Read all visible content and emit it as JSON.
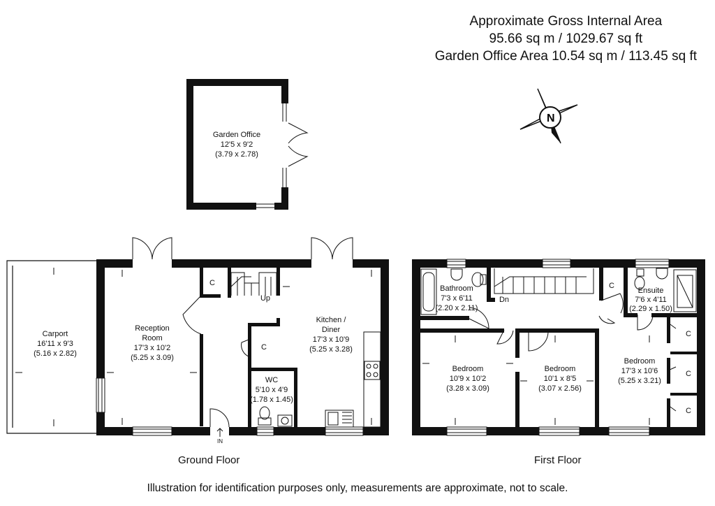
{
  "header": {
    "line1": "Approximate Gross Internal Area",
    "line2": "95.66 sq m / 1029.67 sq ft",
    "line3": "Garden Office Area 10.54 sq m / 113.45 sq ft"
  },
  "compass": {
    "letter": "N"
  },
  "rooms": {
    "garden_office": {
      "name": "Garden Office",
      "imperial": "12'5 x 9'2",
      "metric": "(3.79 x 2.78)"
    },
    "carport": {
      "name": "Carport",
      "imperial": "16'11 x 9'3",
      "metric": "(5.16 x 2.82)"
    },
    "reception": {
      "name1": "Reception",
      "name2": "Room",
      "imperial": "17'3 x 10'2",
      "metric": "(5.25 x 3.09)"
    },
    "kitchen": {
      "name1": "Kitchen /",
      "name2": "Diner",
      "imperial": "17'3 x 10'9",
      "metric": "(5.25 x 3.28)"
    },
    "wc": {
      "name": "WC",
      "imperial": "5'10 x 4'9",
      "metric": "(1.78 x 1.45)"
    },
    "bathroom": {
      "name": "Bathroom",
      "imperial": "7'3 x 6'11",
      "metric": "(2.20 x 2.11)"
    },
    "ensuite": {
      "name": "Ensuite",
      "imperial": "7'6 x 4'11",
      "metric": "(2.29 x 1.50)"
    },
    "bedroom1": {
      "name": "Bedroom",
      "imperial": "10'9 x 10'2",
      "metric": "(3.28 x 3.09)"
    },
    "bedroom2": {
      "name": "Bedroom",
      "imperial": "10'1 x 8'5",
      "metric": "(3.07 x 2.56)"
    },
    "bedroom3": {
      "name": "Bedroom",
      "imperial": "17'3 x 10'6",
      "metric": "(5.25 x 3.21)"
    }
  },
  "small_labels": {
    "cupboard": "C",
    "stairs_up": "Up",
    "stairs_down": "Dn",
    "entrance": "IN"
  },
  "floors": {
    "ground": "Ground Floor",
    "first": "First Floor"
  },
  "footer": "Illustration for identification purposes only, measurements are approximate, not to scale."
}
